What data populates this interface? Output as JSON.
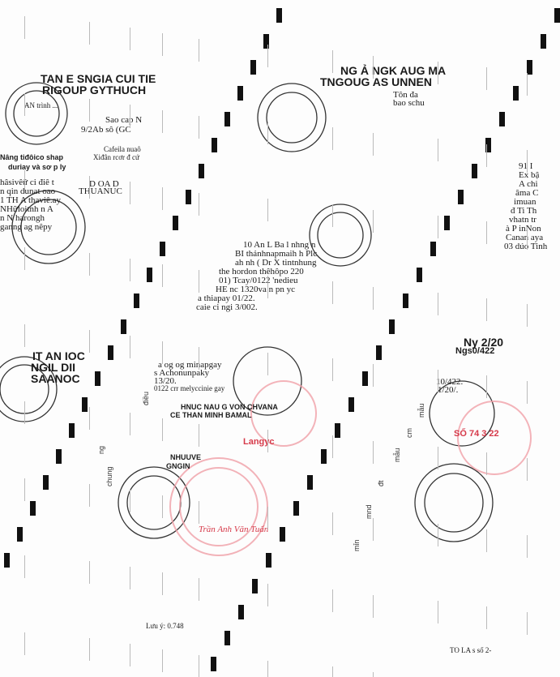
{
  "document": {
    "top_left": {
      "heading_1": "TAN E SNGIA CUI TIE",
      "heading_2": "RIGOUP GYTHUCH",
      "line_1": "AN trình ...",
      "line_2": "Sao cap N",
      "line_3": "9/2Ab sô (GC",
      "line_4": "Nâng tiđôico shap",
      "line_5": "duriay và sơ p ly",
      "line_6": "Cafeila nuaô",
      "line_7": "Xiđân rcơr đ cứ",
      "line_8": "D OA D",
      "line_9": "THUANUC",
      "para": [
        "hâsivêữ ci điê t",
        "n qin dunat oao",
        "1 TH A thaviê.ay",
        "NHữloitnh n A",
        "n N harongh",
        "ganng ag nêpy"
      ]
    },
    "top_right": {
      "heading_1": "NG Ả NGK AUG MA",
      "heading_2": "TNGOUG AS UNNEN",
      "line_1": "Tôn đa",
      "line_2": "bao schu",
      "para": [
        "10 An L Ba l nhng n",
        "BI thảnhnapmaih h Plc",
        "ah nh ( Dr X tintnhung",
        "the hordon thêhôpo 220",
        "01) Tcay/0122 'nedieu",
        "HE nc 1320va n pn yc",
        "a thiapay 01/22.",
        "caie ci ngi 3/002."
      ],
      "right_col": [
        "91 I",
        "Ex bậ",
        "A chi",
        "âma C",
        "imuan",
        "đ Ti Th",
        "vhatn tr",
        "à P inNon",
        "Canan aya",
        "03 dúo Tinh"
      ]
    },
    "middle_left": {
      "heading_1": "IT AN IOC",
      "heading_2": "NGIL DII",
      "heading_3": "SAANOC"
    },
    "middle_center": {
      "line_1": "a  og  og  minapgay",
      "line_2": "s Achonunpaky",
      "line_3": "13/20.",
      "line_4": "0122  crr melyccinie gay",
      "stamp_1": "HNUC NAU G VON CHVANA",
      "stamp_2": "CE THAN MINH BAMAL",
      "stamp_3": "Langyc",
      "stamp_4": "NHUUVE",
      "stamp_5": "GNGIN",
      "signature": "Trần Anh Văn Tuấn"
    },
    "middle_right": {
      "line_1": "Ny 2/20",
      "line_2": "Ngs0/422",
      "line_3": "10/422.",
      "line_4": "1/20/.",
      "line_5": "SỐ 74 3 22"
    },
    "bottom": {
      "line_1": "Lưu ý: 0.748",
      "line_2": "TO LA s số 2-"
    },
    "vertical_text": [
      "ng",
      "chung",
      "điều",
      "mẫu",
      "cm",
      "mẫu",
      "đt",
      "mnd",
      "mỉn"
    ]
  }
}
